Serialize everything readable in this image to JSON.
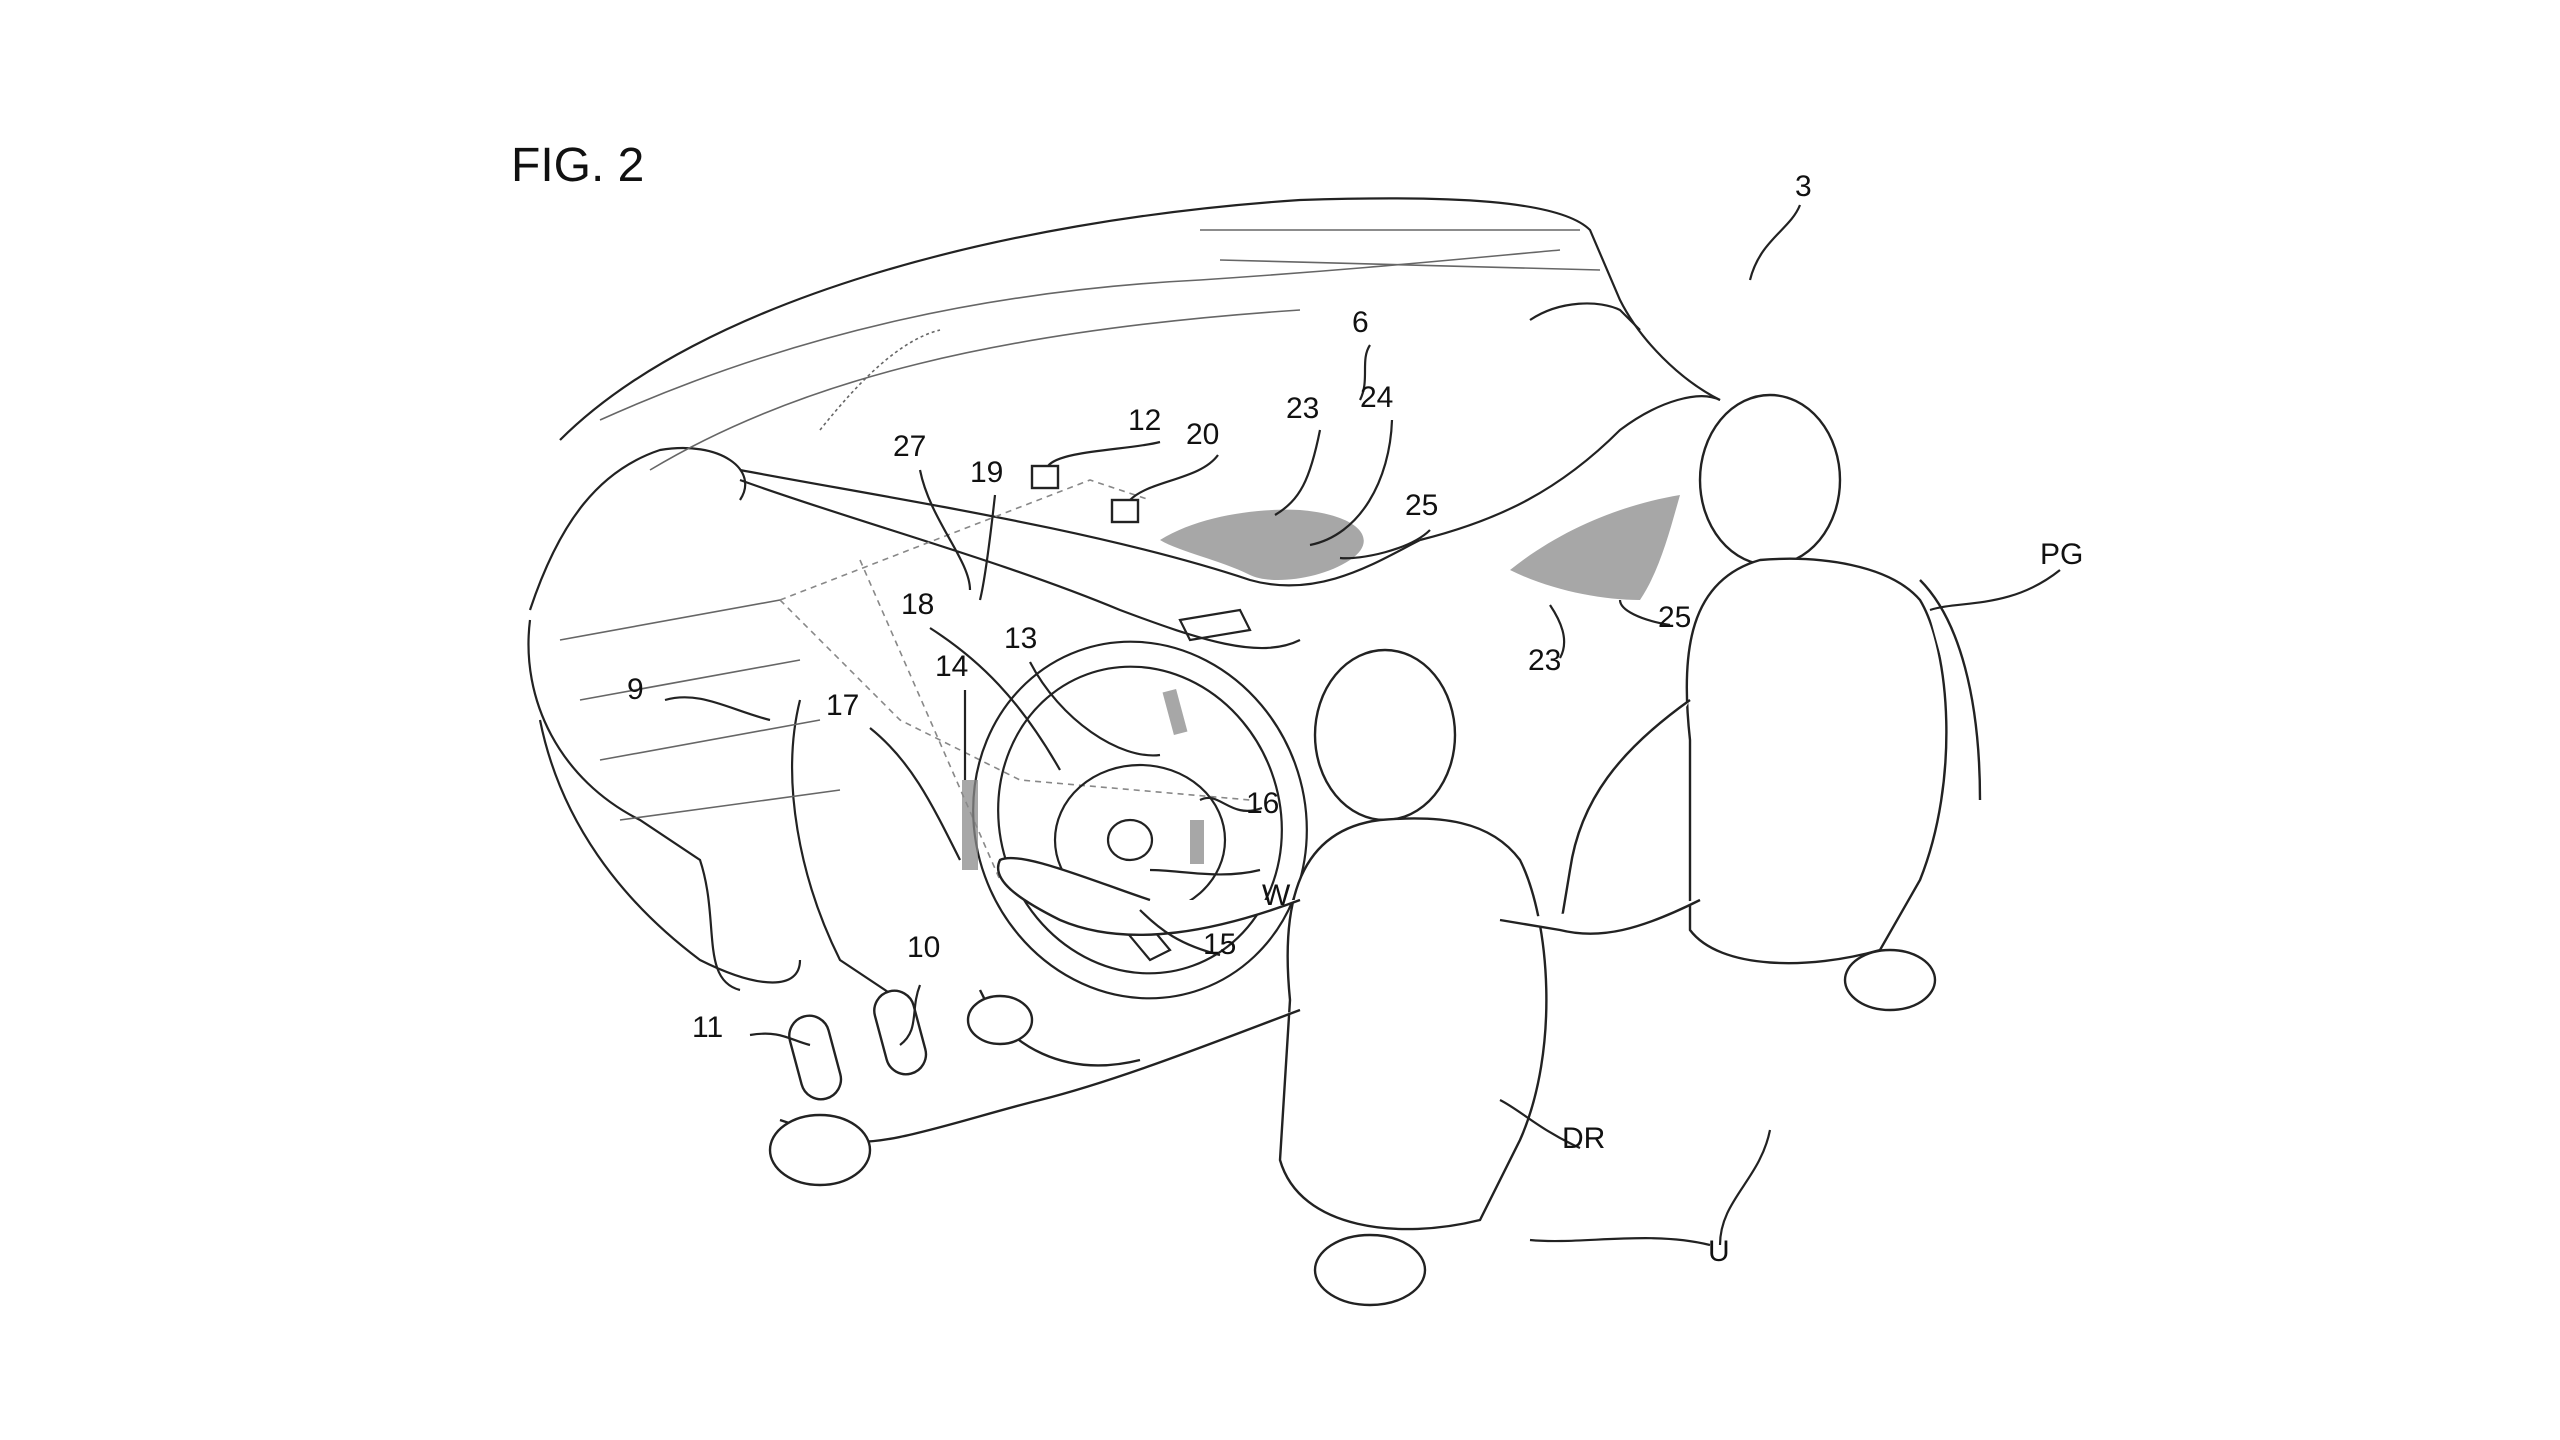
{
  "figure": {
    "title": "FIG. 2"
  },
  "labels": {
    "l3": "3",
    "l6": "6",
    "l12": "12",
    "l20": "20",
    "l23a": "23",
    "l24": "24",
    "l27": "27",
    "l19": "19",
    "l25a": "25",
    "lPG": "PG",
    "l18": "18",
    "l13": "13",
    "l14": "14",
    "l9": "9",
    "l17": "17",
    "l25b": "25",
    "l23b": "23",
    "l16": "16",
    "lW": "W",
    "l15": "15",
    "l10": "10",
    "l11": "11",
    "lDR": "DR",
    "lU": "U"
  },
  "colors": {
    "ink": "#222222",
    "airbag_shade": "#8a8a8a",
    "background": "#ffffff"
  }
}
